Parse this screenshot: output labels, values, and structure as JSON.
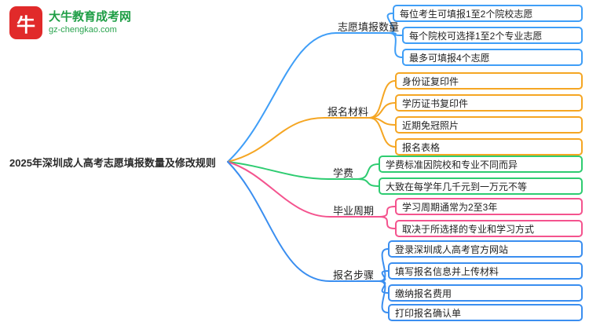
{
  "logo": {
    "icon_glyph": "牛",
    "brand": "大牛教育成考网",
    "domain": "gz-chengkao.com"
  },
  "root": {
    "title": "2025年深圳成人高考志愿填报数量及修改规则"
  },
  "colors": {
    "branch_blue_top": "#3f9ef7",
    "branch_orange": "#f5a623",
    "branch_green": "#2ecc71",
    "branch_pink": "#f4538e",
    "branch_blue_bottom": "#3a8ef0",
    "logo_red": "#e12a2a",
    "logo_green": "#1f9e46",
    "text": "#222222"
  },
  "branches": [
    {
      "label": "志愿填报数量",
      "color": "#3f9ef7",
      "children": [
        "每位考生可填报1至2个院校志愿",
        "每个院校可选择1至2个专业志愿",
        "最多可填报4个志愿"
      ]
    },
    {
      "label": "报名材料",
      "color": "#f5a623",
      "children": [
        "身份证复印件",
        "学历证书复印件",
        "近期免冠照片",
        "报名表格"
      ]
    },
    {
      "label": "学费",
      "color": "#2ecc71",
      "children": [
        "学费标准因院校和专业不同而异",
        "大致在每学年几千元到一万元不等"
      ]
    },
    {
      "label": "毕业周期",
      "color": "#f4538e",
      "children": [
        "学习周期通常为2至3年",
        "取决于所选择的专业和学习方式"
      ]
    },
    {
      "label": "报名步骤",
      "color": "#3a8ef0",
      "children": [
        "登录深圳成人高考官方网站",
        "填写报名信息并上传材料",
        "缴纳报名费用",
        "打印报名确认单"
      ]
    }
  ]
}
